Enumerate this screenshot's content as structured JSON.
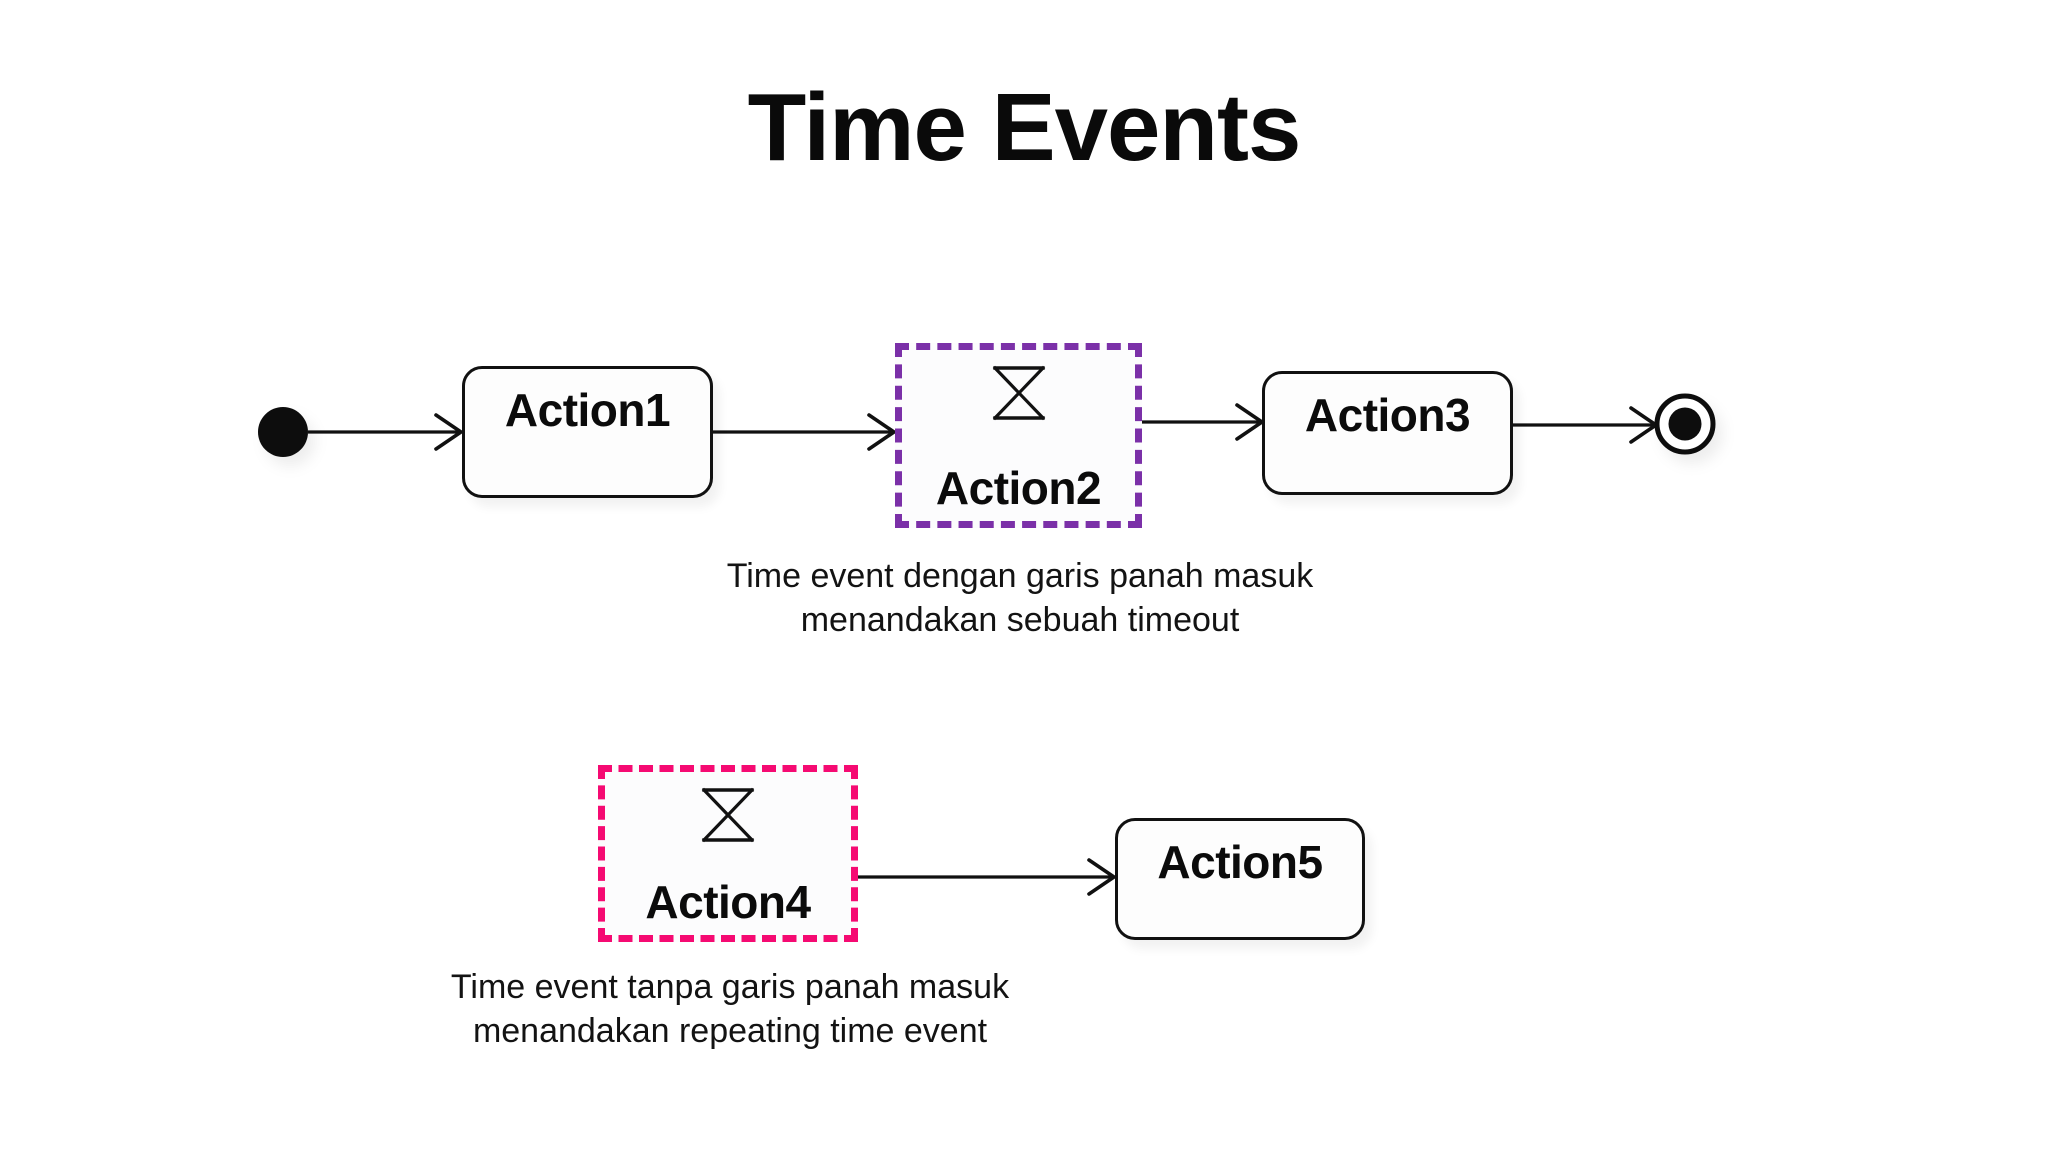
{
  "title": "Time Events",
  "colors": {
    "background": "#ffffff",
    "text": "#0a0a0a",
    "stroke": "#111111",
    "time_event_purple": "#7B30A8",
    "time_event_pink": "#F50A72"
  },
  "diagram": {
    "type": "uml-activity-diagram",
    "flow_top": {
      "initial_node": {
        "name": "initial-node",
        "shape": "filled-circle"
      },
      "nodes": [
        {
          "id": "action1",
          "label": "Action1",
          "kind": "action"
        },
        {
          "id": "action2",
          "label": "Action2",
          "kind": "time-event",
          "icon": "hourglass-icon",
          "border": "dashed",
          "color": "#7B30A8"
        },
        {
          "id": "action3",
          "label": "Action3",
          "kind": "action"
        }
      ],
      "final_node": {
        "name": "final-node",
        "shape": "bullseye"
      },
      "edges": [
        {
          "from": "initial-node",
          "to": "action1"
        },
        {
          "from": "action1",
          "to": "action2"
        },
        {
          "from": "action2",
          "to": "action3"
        },
        {
          "from": "action3",
          "to": "final-node"
        }
      ],
      "caption": "Time event dengan garis panah masuk\nmenandakan sebuah timeout"
    },
    "flow_bottom": {
      "nodes": [
        {
          "id": "action4",
          "label": "Action4",
          "kind": "time-event",
          "icon": "hourglass-icon",
          "border": "dashed",
          "color": "#F50A72"
        },
        {
          "id": "action5",
          "label": "Action5",
          "kind": "action"
        }
      ],
      "edges": [
        {
          "from": "action4",
          "to": "action5"
        }
      ],
      "caption": "Time event tanpa garis panah masuk\nmenandakan repeating time event"
    }
  }
}
